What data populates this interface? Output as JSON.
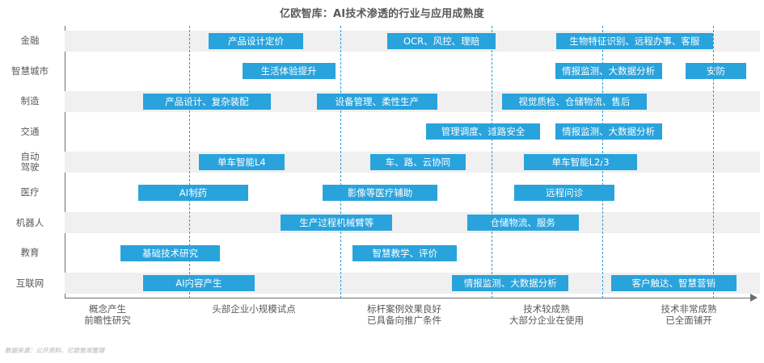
{
  "title": "亿欧智库：AI技术渗透的行业与应用成熟度",
  "footer": "数据来源：公开资料、亿欧智库整理",
  "colors": {
    "bar": "#29a3dc",
    "band": "#f0f0f0",
    "gridline": "#2e9bd6",
    "axis": "#6d6e71",
    "text": "#58595b"
  },
  "chart_data": {
    "type": "bar",
    "title": "亿欧智库：AI技术渗透的行业与应用成熟度",
    "xlabel": "",
    "ylabel": "",
    "grid": true,
    "legend": "none",
    "orientation": "horizontal",
    "x_axis": {
      "type": "maturity-stage",
      "range": [
        0,
        5
      ],
      "stages": [
        {
          "index": 1,
          "lines": [
            "概念产生",
            "前瞻性研究"
          ]
        },
        {
          "index": 2,
          "lines": [
            "头部企业小规模试点",
            ""
          ]
        },
        {
          "index": 3,
          "lines": [
            "标杆案例效果良好",
            "已具备向推广条件"
          ]
        },
        {
          "index": 4,
          "lines": [
            "技术较成熟",
            "大部分企业在使用"
          ]
        },
        {
          "index": 5,
          "lines": [
            "技术非常成熟",
            "已全面铺开"
          ]
        }
      ]
    },
    "categories": [
      "金融",
      "智慧城市",
      "制造",
      "交通",
      "自动驾驶",
      "医疗",
      "机器人",
      "教育",
      "互联网"
    ],
    "rows": [
      {
        "category": "金融",
        "label_lines": [
          "金融"
        ],
        "banded": true,
        "bars": [
          {
            "label": "产品设计定价",
            "start": 1.16,
            "end": 1.92
          },
          {
            "label": "OCR、风控、理赔",
            "start": 2.6,
            "end": 3.47
          },
          {
            "label": "生物特征识别、远程办事、客服",
            "start": 3.96,
            "end": 5.22
          }
        ]
      },
      {
        "category": "智慧城市",
        "label_lines": [
          "智慧城市"
        ],
        "banded": false,
        "bars": [
          {
            "label": "生活体验提升",
            "start": 1.43,
            "end": 2.18
          },
          {
            "label": "情报监测、大数据分析",
            "start": 3.95,
            "end": 4.81
          },
          {
            "label": "安防",
            "start": 5.0,
            "end": 5.49
          }
        ]
      },
      {
        "category": "制造",
        "label_lines": [
          "制造"
        ],
        "banded": true,
        "bars": [
          {
            "label": "产品设计、复杂装配",
            "start": 0.63,
            "end": 1.66
          },
          {
            "label": "设备管理、柔性生产",
            "start": 2.03,
            "end": 3.0
          },
          {
            "label": "视觉质检、仓储物流、售后",
            "start": 3.52,
            "end": 4.69
          }
        ]
      },
      {
        "category": "交通",
        "label_lines": [
          "交通"
        ],
        "banded": false,
        "bars": [
          {
            "label": "管理调度、道路安全",
            "start": 2.91,
            "end": 3.83
          },
          {
            "label": "情报监测、大数据分析",
            "start": 3.95,
            "end": 4.81
          }
        ]
      },
      {
        "category": "自动驾驶",
        "label_lines": [
          "自动",
          "驾驶"
        ],
        "banded": true,
        "bars": [
          {
            "label": "单车智能L4",
            "start": 1.08,
            "end": 1.77
          },
          {
            "label": "车、路、云协同",
            "start": 2.46,
            "end": 3.23
          },
          {
            "label": "单车智能L2/3",
            "start": 3.7,
            "end": 4.61
          }
        ]
      },
      {
        "category": "医疗",
        "label_lines": [
          "医疗"
        ],
        "banded": false,
        "bars": [
          {
            "label": "AI制药",
            "start": 0.59,
            "end": 1.48
          },
          {
            "label": "影像等医疗辅助",
            "start": 2.08,
            "end": 3.0
          },
          {
            "label": "远程问诊",
            "start": 3.62,
            "end": 4.43
          }
        ]
      },
      {
        "category": "机器人",
        "label_lines": [
          "机器人"
        ],
        "banded": true,
        "bars": [
          {
            "label": "生产过程机械臂等",
            "start": 1.74,
            "end": 2.64
          },
          {
            "label": "仓储物流、服务",
            "start": 3.24,
            "end": 4.14
          }
        ]
      },
      {
        "category": "教育",
        "label_lines": [
          "教育"
        ],
        "banded": false,
        "bars": [
          {
            "label": "基础技术研究",
            "start": 0.45,
            "end": 1.25
          },
          {
            "label": "智慧教学、评价",
            "start": 2.32,
            "end": 3.16
          }
        ]
      },
      {
        "category": "互联网",
        "label_lines": [
          "互联网"
        ],
        "banded": true,
        "bars": [
          {
            "label": "AI内容产生",
            "start": 0.63,
            "end": 1.53
          },
          {
            "label": "情报监测、大数据分析",
            "start": 3.12,
            "end": 4.06
          },
          {
            "label": "客户触达、智慧营销",
            "start": 4.4,
            "end": 5.41
          }
        ]
      }
    ]
  }
}
